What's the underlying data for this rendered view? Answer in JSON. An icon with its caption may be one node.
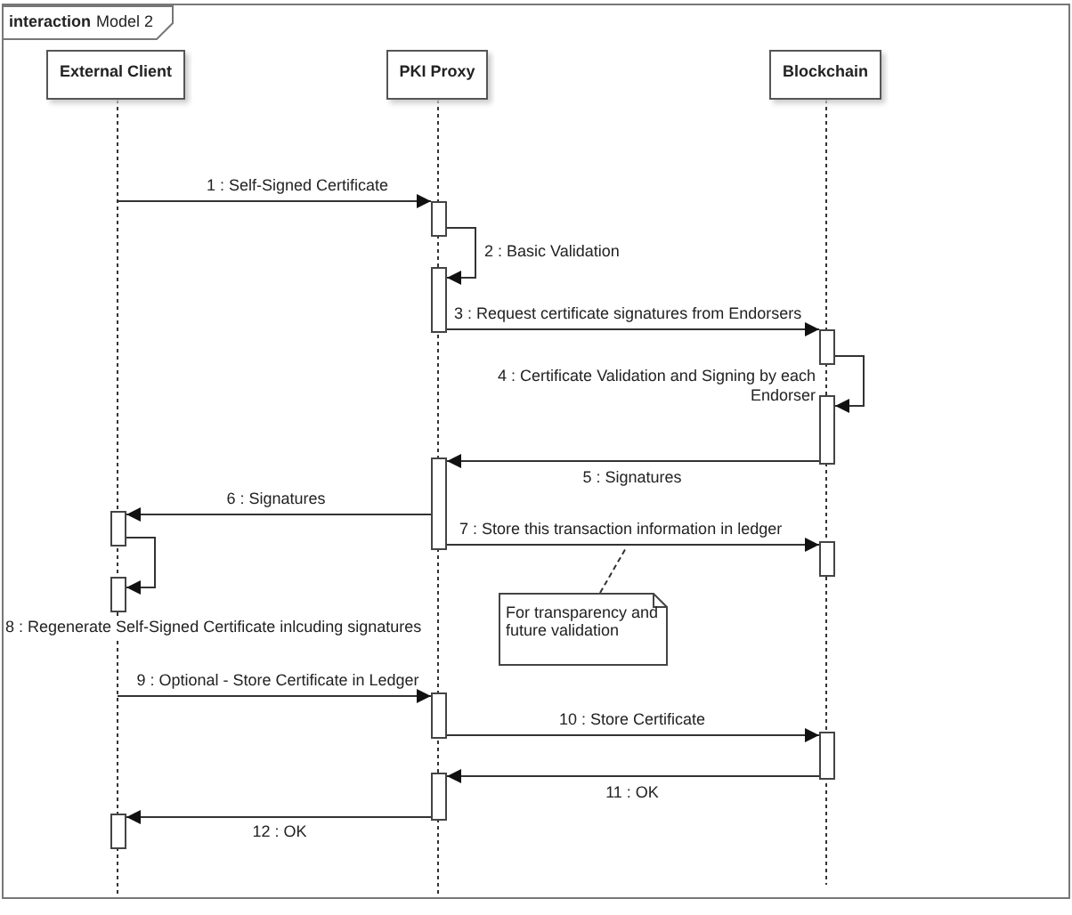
{
  "diagram": {
    "nodes": [
      {
        "text": [
          "interaction",
          "Model 2"
        ]
      },
      {
        "text": [
          "External Client"
        ],
        "in": 0
      },
      {
        "text": [
          "PKI Proxy"
        ],
        "in": 0
      },
      {
        "text": [
          "Blockchain"
        ],
        "in": 0
      },
      {
        "text": [],
        "shape": "bar",
        "in": 2
      },
      {
        "text": [],
        "shape": "bar",
        "in": 2
      },
      {
        "text": [],
        "shape": "bar",
        "in": 3
      },
      {
        "text": [],
        "shape": "bar",
        "in": 3
      },
      {
        "text": [],
        "shape": "bar",
        "in": 2
      },
      {
        "text": [],
        "shape": "bar",
        "in": 1
      },
      {
        "text": [],
        "shape": "bar",
        "in": 3
      },
      {
        "text": [],
        "shape": "bar",
        "in": 1
      },
      {
        "text": [
          "For transparency and future validation"
        ],
        "in": 0
      },
      {
        "text": [],
        "shape": "bar",
        "in": 2
      },
      {
        "text": [],
        "shape": "bar",
        "in": 3
      },
      {
        "text": [],
        "shape": "bar",
        "in": 2
      },
      {
        "text": [],
        "shape": "bar",
        "in": 1
      }
    ],
    "edges": [
      {
        "from": 1,
        "to": 4,
        "arrow": "to",
        "label": "1 : Self-Signed Certificate"
      },
      {
        "from": 4,
        "to": 5,
        "arrow": "to",
        "label": "2 : Basic Validation"
      },
      {
        "from": 5,
        "to": 6,
        "arrow": "to",
        "label": "3 : Request certificate signatures from Endorsers"
      },
      {
        "from": 6,
        "to": 7,
        "arrow": "to",
        "label": "4 : Certificate Validation and Signing by each Endorser"
      },
      {
        "from": 7,
        "to": 8,
        "arrow": "to",
        "label": "5 : Signatures"
      },
      {
        "from": 8,
        "to": 9,
        "arrow": "to",
        "label": "6 : Signatures"
      },
      {
        "from": 8,
        "to": 10,
        "arrow": "to",
        "label": "7 : Store this transaction information in ledger"
      },
      {
        "from": 9,
        "to": 11,
        "arrow": "to",
        "label": "8 : Regenerate Self-Signed Certificate inlcuding signatures"
      },
      {
        "from": 12,
        "to": null,
        "arrow": "none",
        "style": "dashed"
      },
      {
        "from": 1,
        "to": 13,
        "arrow": "to",
        "label": "9 : Optional - Store Certificate in Ledger"
      },
      {
        "from": 13,
        "to": 14,
        "arrow": "to",
        "label": "10 : Store Certificate"
      },
      {
        "from": 14,
        "to": 15,
        "arrow": "to",
        "label": "11 : OK"
      },
      {
        "from": 15,
        "to": 16,
        "arrow": "to",
        "label": "12 : OK"
      }
    ]
  }
}
